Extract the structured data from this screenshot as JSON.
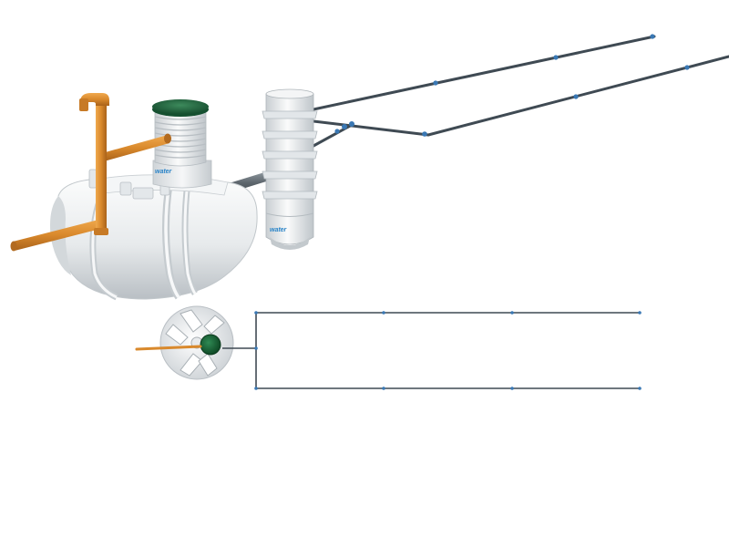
{
  "diagram": {
    "system_type": "septic tank with drainage field",
    "views": [
      "side-perspective",
      "top-plan"
    ]
  },
  "labels": {
    "tank_riser_brand": "water",
    "filter_column_brand": "water"
  },
  "colors": {
    "background": "#ffffff",
    "tank_body": "#eceeef",
    "tank_shadow": "#b9bfc4",
    "outlet_pipe_orange": "#d9892c",
    "riser_lid_green": "#1f6b40",
    "drain_pipe_dark": "#3f4a53",
    "pipe_joint_blue": "#3a78b4",
    "brand_text_blue": "#2a84c8"
  },
  "components": [
    {
      "name": "septic-tank",
      "view": "side"
    },
    {
      "name": "access-riser",
      "view": "side"
    },
    {
      "name": "inlet-pipe",
      "view": "side"
    },
    {
      "name": "vent-pipe",
      "view": "side"
    },
    {
      "name": "connector-pipe",
      "view": "side"
    },
    {
      "name": "filter-column",
      "view": "side"
    },
    {
      "name": "drain-pipe",
      "view": "side",
      "count": 3
    },
    {
      "name": "septic-tank-top",
      "view": "plan"
    },
    {
      "name": "drain-field-lines",
      "view": "plan",
      "count": 2
    }
  ]
}
